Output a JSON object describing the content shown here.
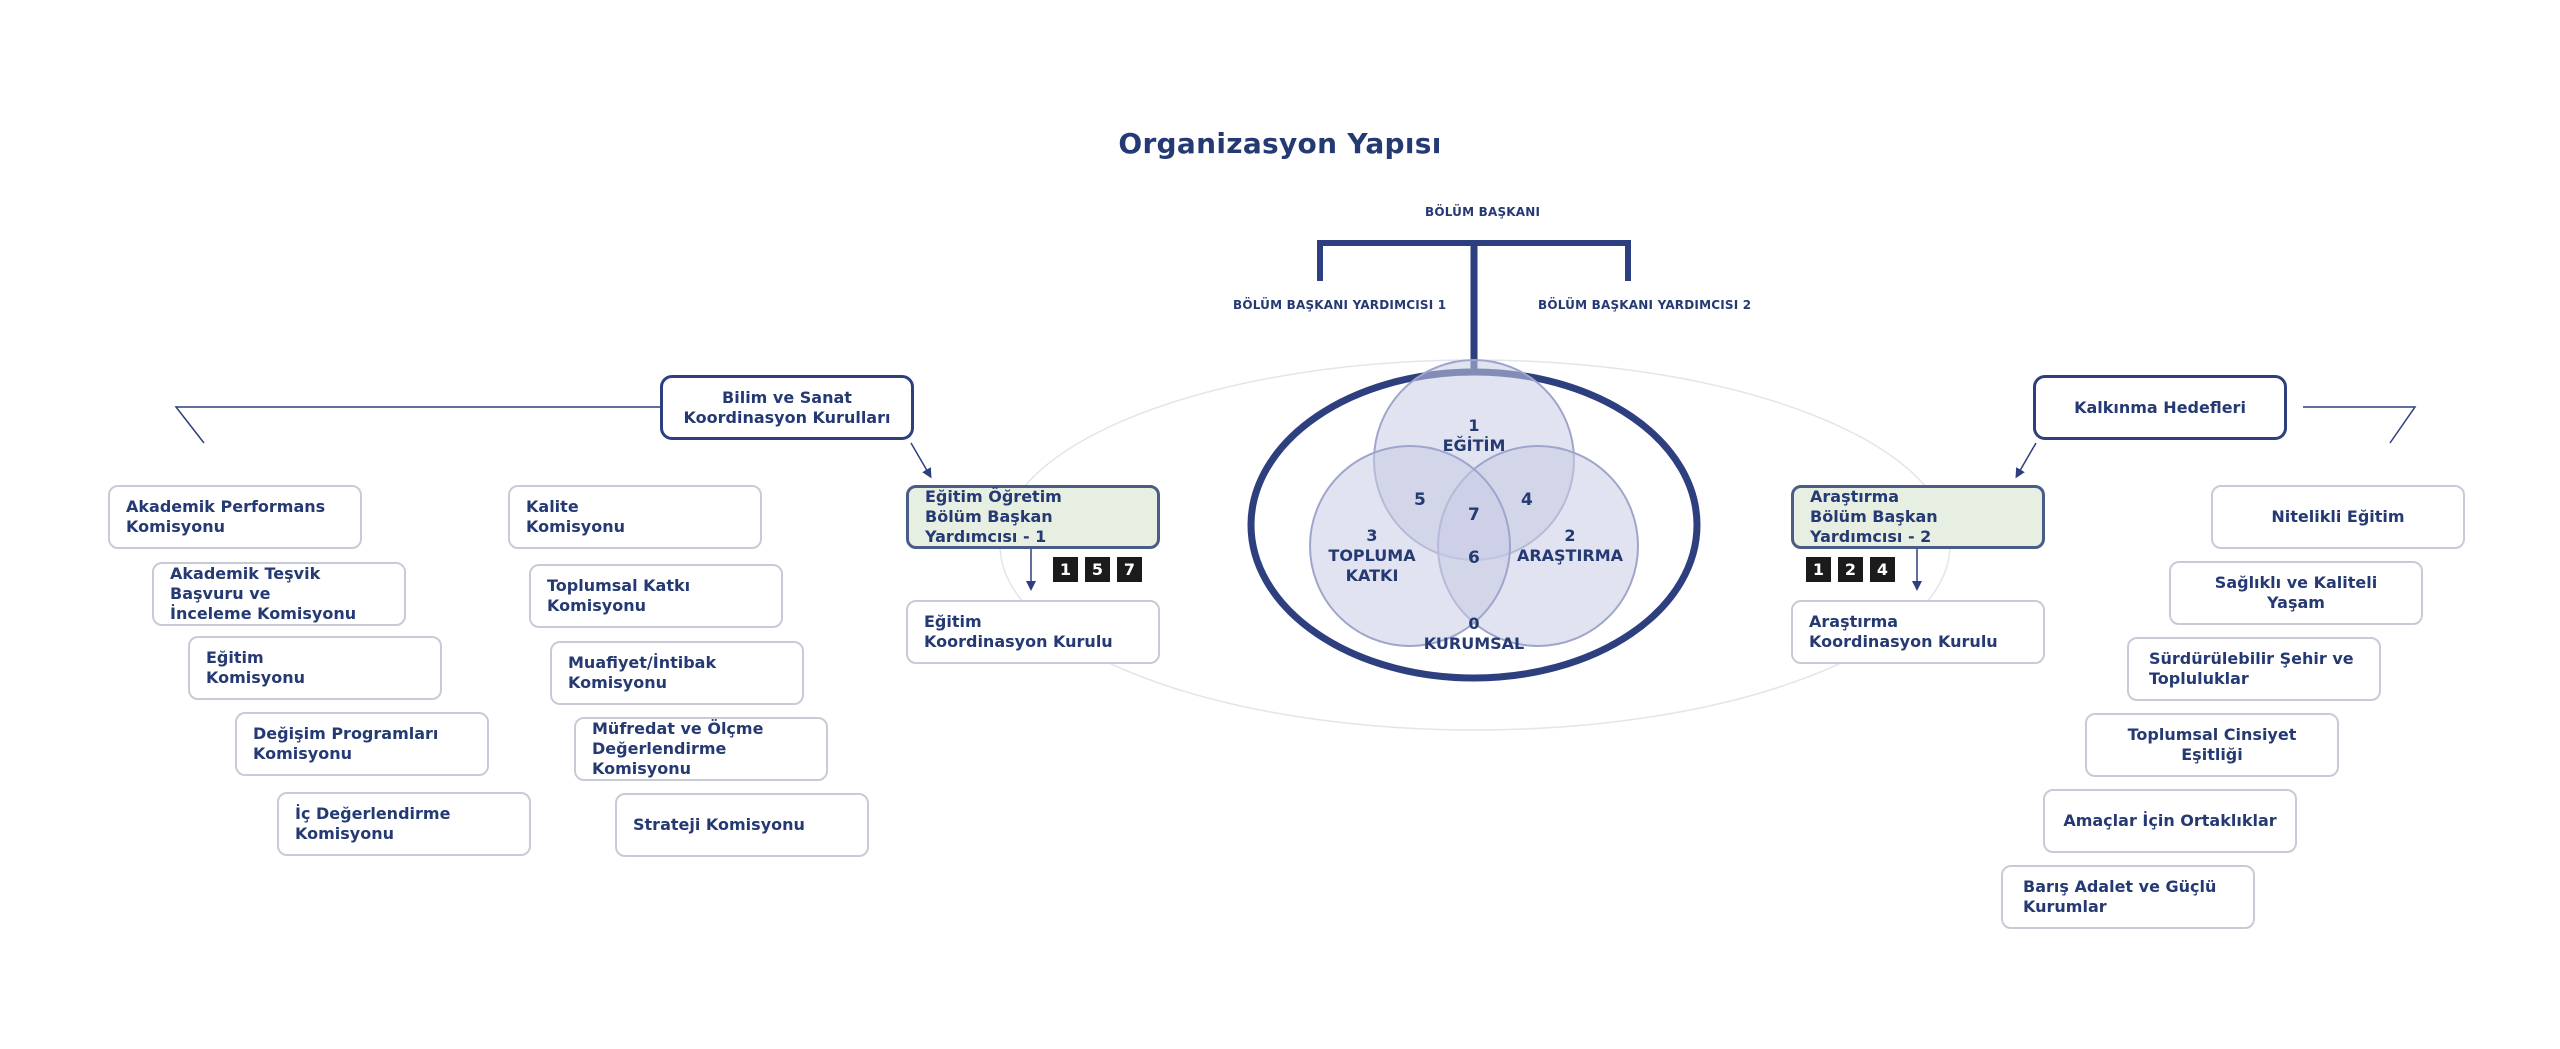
{
  "title": "Organizasyon Yapısı",
  "head": "BÖLÜM BAŞKANI",
  "deputy1": "BÖLÜM BAŞKANI YARDIMCISI 1",
  "deputy2": "BÖLÜM BAŞKANI YARDIMCISI 2",
  "left": {
    "header": "Bilim ve Sanat\nKoordinasyon Kurulları",
    "vp": "Eğitim Öğretim\nBölüm Başkan Yardımcısı - 1",
    "tags": [
      "1",
      "5",
      "7"
    ],
    "board": "Eğitim\nKoordinasyon Kurulu",
    "col1": [
      "Akademik Performans\nKomisyonu",
      "Akademik Teşvik Başvuru ve\nİnceleme Komisyonu",
      "Eğitim\nKomisyonu",
      "Değişim Programları\nKomisyonu",
      "İç Değerlendirme\nKomisyonu"
    ],
    "col2": [
      "Kalite\nKomisyonu",
      "Toplumsal Katkı\nKomisyonu",
      "Muafiyet/İntibak\nKomisyonu",
      "Müfredat ve Ölçme\nDeğerlendirme Komisyonu",
      "Strateji Komisyonu"
    ]
  },
  "right": {
    "header": "Kalkınma Hedefleri",
    "vp": "Araştırma\nBölüm Başkan Yardımcısı - 2",
    "tags": [
      "1",
      "2",
      "4"
    ],
    "board": "Araştırma\nKoordinasyon Kurulu",
    "goals": [
      "Nitelikli Eğitim",
      "Sağlıklı ve Kaliteli Yaşam",
      "Sürdürülebilir Şehir ve\nTopluluklar",
      "Toplumsal Cinsiyet Eşitliği",
      "Amaçlar İçin Ortaklıklar",
      "Barış Adalet ve Güçlü\nKurumlar"
    ]
  },
  "venn": {
    "egitim": "1\nEĞİTİM",
    "arastirma": "2\nARAŞTIRMA",
    "toplum": "3\nTOPLUMA\nKATKI",
    "kurumsal": "0\nKURUMSAL",
    "n4": "4",
    "n5": "5",
    "n6": "6",
    "n7": "7"
  },
  "colors": {
    "navy": "#2d3f7f",
    "circle_fill": "#c9cce3",
    "circle_stroke": "#9ea5cc",
    "green_fill": "#e6efe2",
    "border_grey": "#c9cad8"
  }
}
